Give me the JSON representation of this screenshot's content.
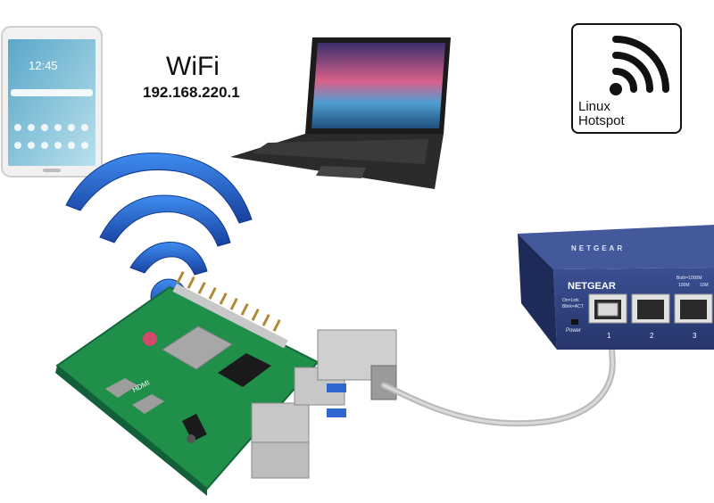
{
  "wifi": {
    "title": "WiFi",
    "ip": "192.168.220.1"
  },
  "hotspot": {
    "line1": "Linux",
    "line2": "Hotspot"
  },
  "tablet": {
    "time": "12:45"
  },
  "switch": {
    "brand": "NETGEAR",
    "status_label": "On=Link",
    "status_label2": "Blink=ACT",
    "power_label": "Power",
    "speed_label": "Both=1000M",
    "speed_100": "100M",
    "speed_10": "10M",
    "port1": "1",
    "port2": "2",
    "port3": "3"
  },
  "board": {
    "hdmi_label": "HDMI"
  },
  "colors": {
    "wifi_blue": "#1f63c8",
    "board_green": "#1f8f4a",
    "switch_blue": "#2e3f7a",
    "cable_gray": "#b9b9b9"
  }
}
